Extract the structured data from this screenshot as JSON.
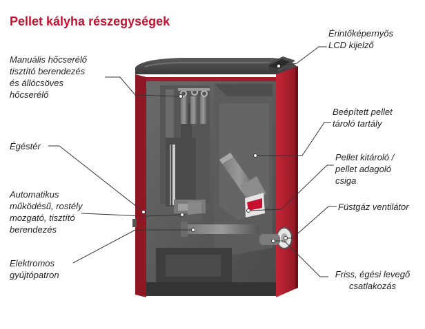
{
  "title": "Pellet kályha részegységek",
  "labels": {
    "cleaner": [
      "Manuális hőcserélő",
      "tisztító berendezés",
      "és állócsöves",
      "hőcserélő"
    ],
    "combustion": [
      "Égéstér"
    ],
    "grate": [
      "Automatikus",
      "működésű, rostély",
      "mozgató, tisztító",
      "berendezés"
    ],
    "igniter": [
      "Elektromos",
      "gyújtópatron"
    ],
    "lcd": [
      "Érintőképernyős",
      "LCD kijelző"
    ],
    "tank": [
      "Beépített pellet",
      "tároló tartály"
    ],
    "auger": [
      "Pellet kitároló /",
      "pellet adagoló",
      "csiga"
    ],
    "fan": [
      "Füstgáz ventilátor"
    ],
    "air": [
      "Friss, égési levegő",
      "csatlakozás"
    ]
  },
  "colors": {
    "title": "#c8102e",
    "casing_red": "#b01e2e",
    "casing_dark": "#7d1420",
    "interior_gray": "#5f5f5f",
    "interior_dark": "#3e3e3e",
    "leader": "#333333"
  }
}
